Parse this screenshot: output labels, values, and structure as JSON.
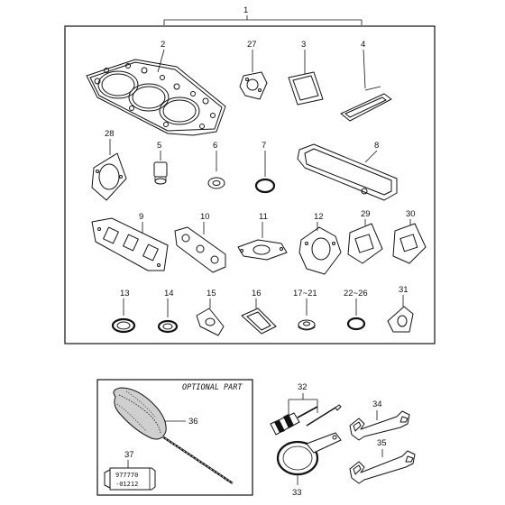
{
  "main_kit_label": "1",
  "optional_label": "OPTIONAL PART",
  "tube_text": {
    "line1": "977770",
    "line2": "-01212"
  },
  "parts": {
    "p2": "2",
    "p27": "27",
    "p3": "3",
    "p4": "4",
    "p28": "28",
    "p5": "5",
    "p6": "6",
    "p7": "7",
    "p8": "8",
    "p9": "9",
    "p10": "10",
    "p11": "11",
    "p12": "12",
    "p29": "29",
    "p30": "30",
    "p13": "13",
    "p14": "14",
    "p15": "15",
    "p16": "16",
    "p17": "17~21",
    "p22": "22~26",
    "p31": "31",
    "p32": "32",
    "p33": "33",
    "p34": "34",
    "p35": "35",
    "p36": "36",
    "p37": "37"
  }
}
